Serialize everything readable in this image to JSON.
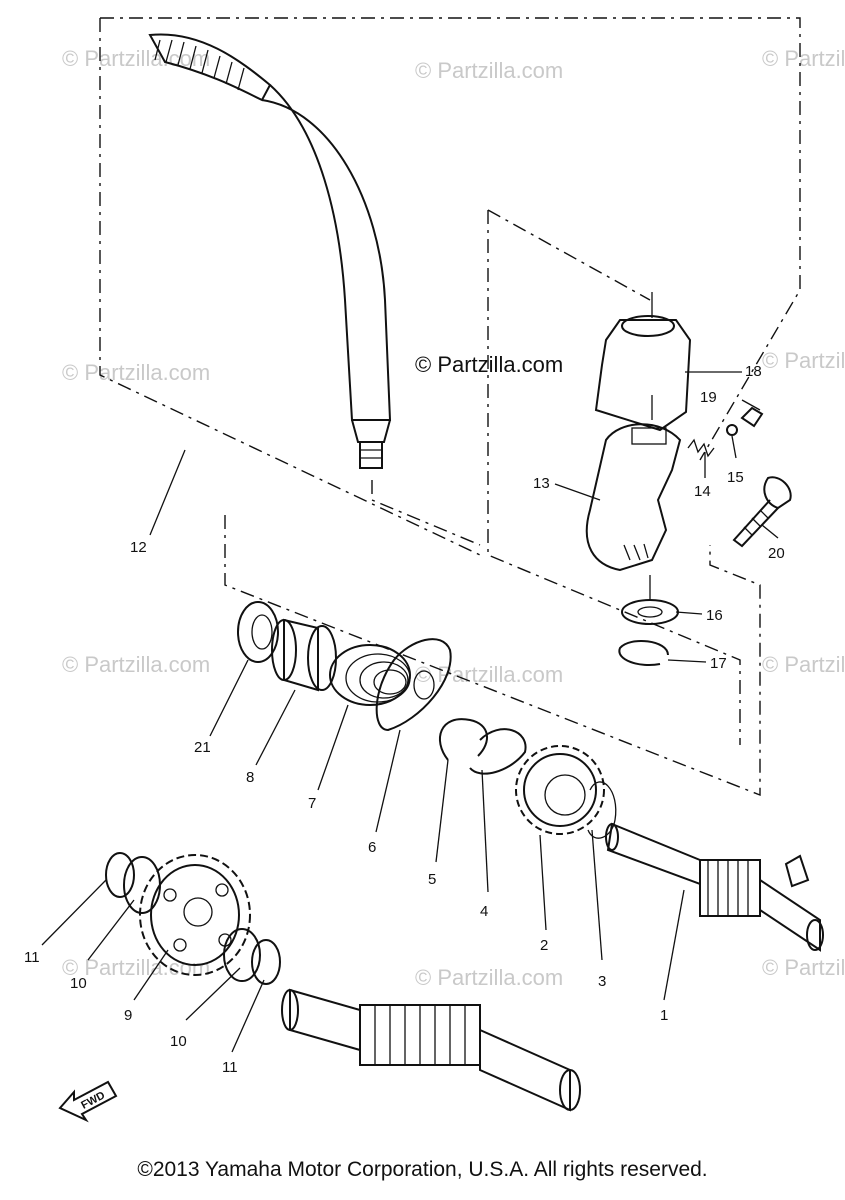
{
  "watermark": {
    "corner_text": "© Partzilla.com",
    "center_text": "© Partzilla.com"
  },
  "callouts": {
    "n1": "1",
    "n2": "2",
    "n3": "3",
    "n4": "4",
    "n5": "5",
    "n6": "6",
    "n7": "7",
    "n8": "8",
    "n9": "9",
    "n10a": "10",
    "n10b": "10",
    "n11a": "11",
    "n11b": "11",
    "n12": "12",
    "n13": "13",
    "n14": "14",
    "n15": "15",
    "n16": "16",
    "n17": "17",
    "n18": "18",
    "n19": "19",
    "n20": "20",
    "n21": "21"
  },
  "fwd_label": "FWD",
  "copyright": "©2013 Yamaha Motor Corporation, U.S.A. All rights reserved."
}
